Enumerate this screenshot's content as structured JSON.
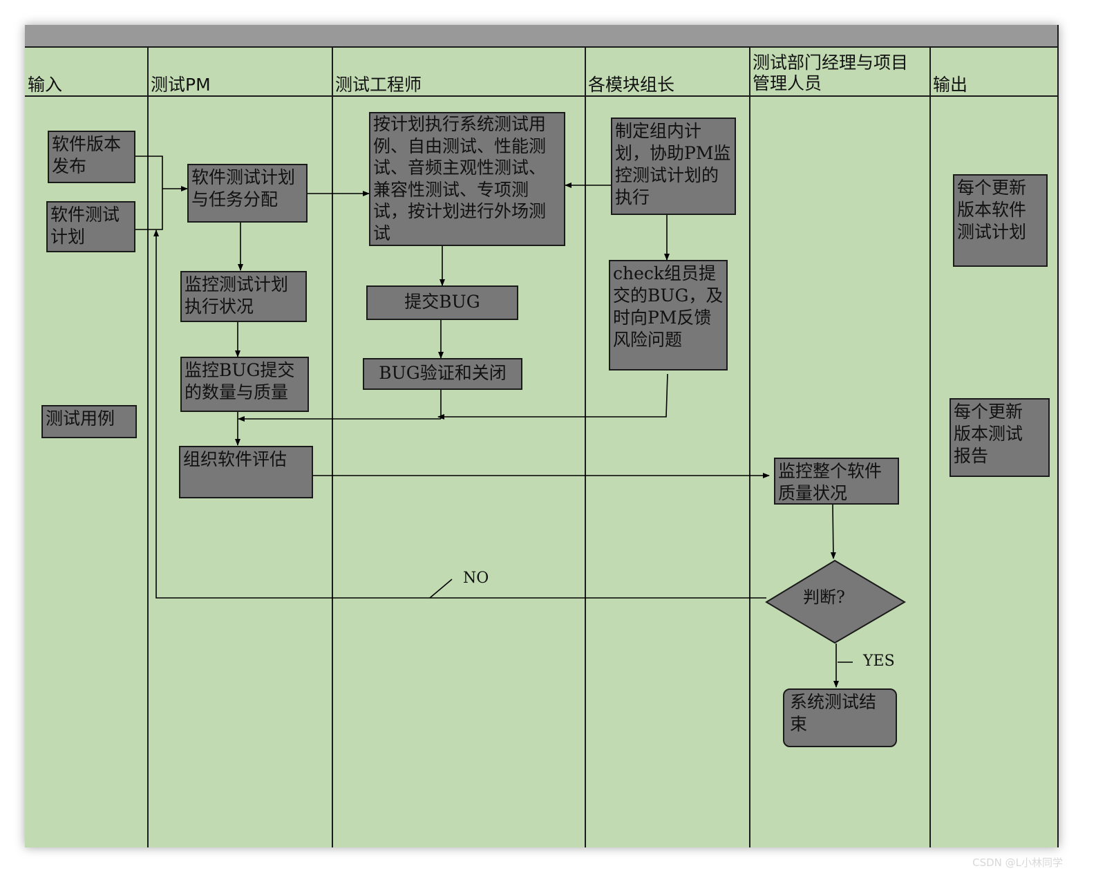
{
  "lanes": [
    "输入",
    "测试PM",
    "测试工程师",
    "各模块组长",
    "测试部门经理与项目\n管理人员",
    "输出"
  ],
  "nodes": {
    "input_release": "软件版本\n发布",
    "input_plan": "软件测试\n计划",
    "input_cases": "测试用例",
    "pm_plan": "软件测试计划\n与任务分配",
    "pm_monitor_plan": "监控测试计划\n执行状况",
    "pm_monitor_bug": "监控BUG提交\n的数量与质量",
    "pm_evaluate": "组织软件评估",
    "eng_execute": "按计划执行系统测试用\n例、自由测试、性能测\n试、音频主观性测试、\n兼容性测试、专项测\n试，按计划进行外场测\n试",
    "eng_submit_bug": "提交BUG",
    "eng_verify_bug": "BUG验证和关闭",
    "lead_plan": "制定组内计\n划，协助PM监\n控测试计划的\n执行",
    "lead_check": "check组员提\n交的BUG，及\n时向PM反馈\n风险问题",
    "mgr_monitor": "监控整个软件\n质量状况",
    "mgr_decision": "判断?",
    "mgr_end": "系统测试结\n束",
    "out_plan": "每个更新\n版本软件\n测试计划",
    "out_report": "每个更新\n版本测试\n报告"
  },
  "edge_labels": {
    "no": "NO",
    "yes": "YES"
  },
  "watermark": "CSDN @L小林同学"
}
